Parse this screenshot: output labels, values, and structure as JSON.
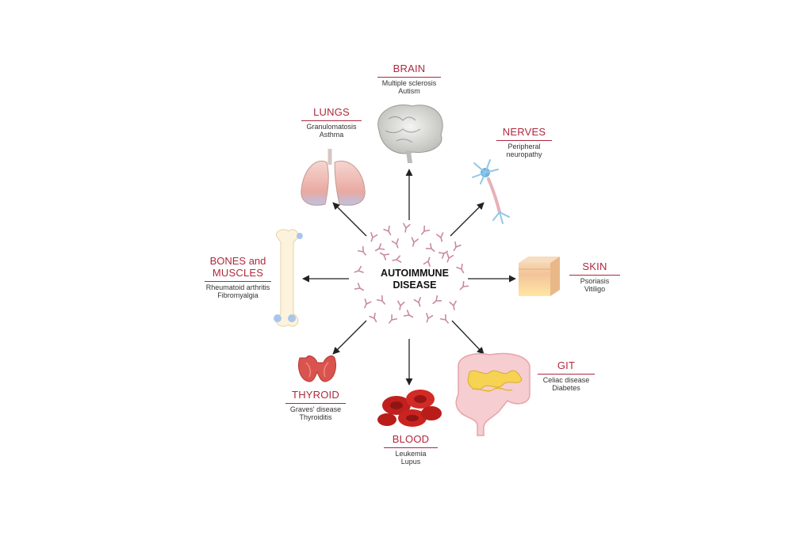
{
  "center": {
    "line1": "AUTOIMMUNE",
    "line2": "DISEASE"
  },
  "organs": {
    "brain": {
      "title": "BRAIN",
      "diseases": [
        "Multiple sclerosis",
        "Autism"
      ]
    },
    "lungs": {
      "title": "LUNGS",
      "diseases": [
        "Granulomatosis",
        "Asthma"
      ]
    },
    "nerves": {
      "title": "NERVES",
      "diseases": [
        "Peripheral",
        "neuropathy"
      ]
    },
    "bones": {
      "title_line1": "BONES and",
      "title_line2": "MUSCLES",
      "diseases": [
        "Rheumatoid arthritis",
        "Fibromyalgia"
      ]
    },
    "skin": {
      "title": "SKIN",
      "diseases": [
        "Psoriasis",
        "Vitiligo"
      ]
    },
    "thyroid": {
      "title": "THYROID",
      "diseases": [
        "Graves' disease",
        "Thyroiditis"
      ]
    },
    "blood": {
      "title": "BLOOD",
      "diseases": [
        "Leukemia",
        "Lupus"
      ]
    },
    "git": {
      "title": "GIT",
      "diseases": [
        "Celiac disease",
        "Diabetes"
      ]
    }
  },
  "colors": {
    "title": "#b0283e",
    "arrow": "#222222",
    "antibody": "#c98aa0"
  }
}
